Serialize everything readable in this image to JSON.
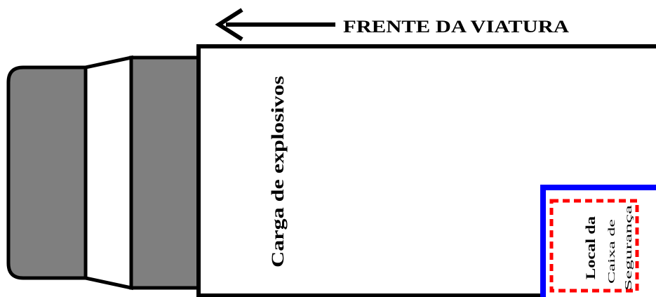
{
  "labels": {
    "front": "FRENTE DA VIATURA",
    "cargo": "Carga de explosivos",
    "box_line1": "Local da",
    "box_line2": "Caixa de",
    "box_line3": "Segurança"
  },
  "colors": {
    "outline": "#000000",
    "cab": "#7f7f7f",
    "body_fill": "#ffffff",
    "box_border": "#0000ff",
    "box_dash": "#ff0000",
    "background": "#ffffff"
  },
  "icons": {
    "direction": "arrow-left-icon"
  }
}
